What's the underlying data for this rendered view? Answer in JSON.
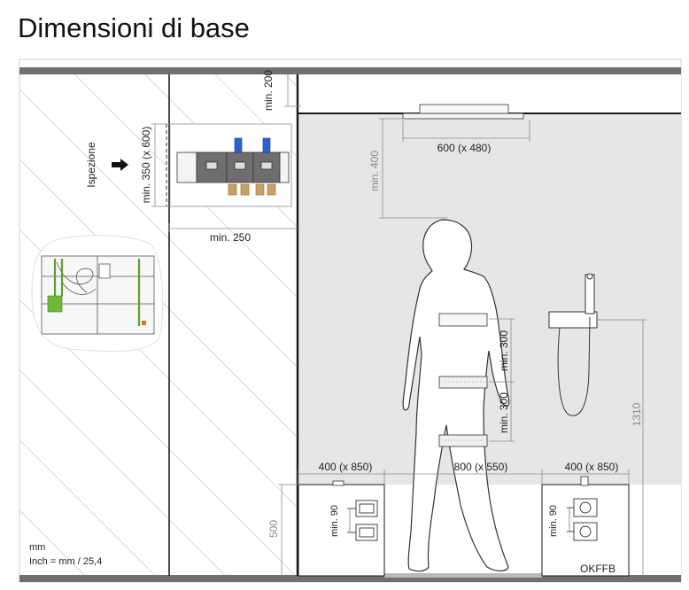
{
  "title": "Dimensioni di base",
  "labels": {
    "ispezione": "Ispezione",
    "min_200": "min. 200",
    "min_350": "min. 350 (x 600)",
    "min_250": "min. 250",
    "dim_600": "600 (x 480)",
    "min_400": "min. 400",
    "min_300_a": "min. 300",
    "min_300_b": "min. 300",
    "dim_1310": "1310",
    "dim_400_left": "400 (x 850)",
    "dim_800": "800 (x 550)",
    "dim_400_right": "400 (x 850)",
    "dim_500": "500",
    "min_90_left": "min. 90",
    "min_90_right": "min. 90",
    "okffb": "OKFFB",
    "unit_mm": "mm",
    "unit_inch": "Inch = mm / 25,4"
  },
  "colors": {
    "wall_gray": "#e6e6e6",
    "frame_dark": "#707070",
    "line": "#1a1a1a",
    "dim_gray": "#8a8a8a",
    "pipe_blue": "#2f5fd0",
    "brass": "#c8a165",
    "green_pipe": "#5aa02c"
  }
}
